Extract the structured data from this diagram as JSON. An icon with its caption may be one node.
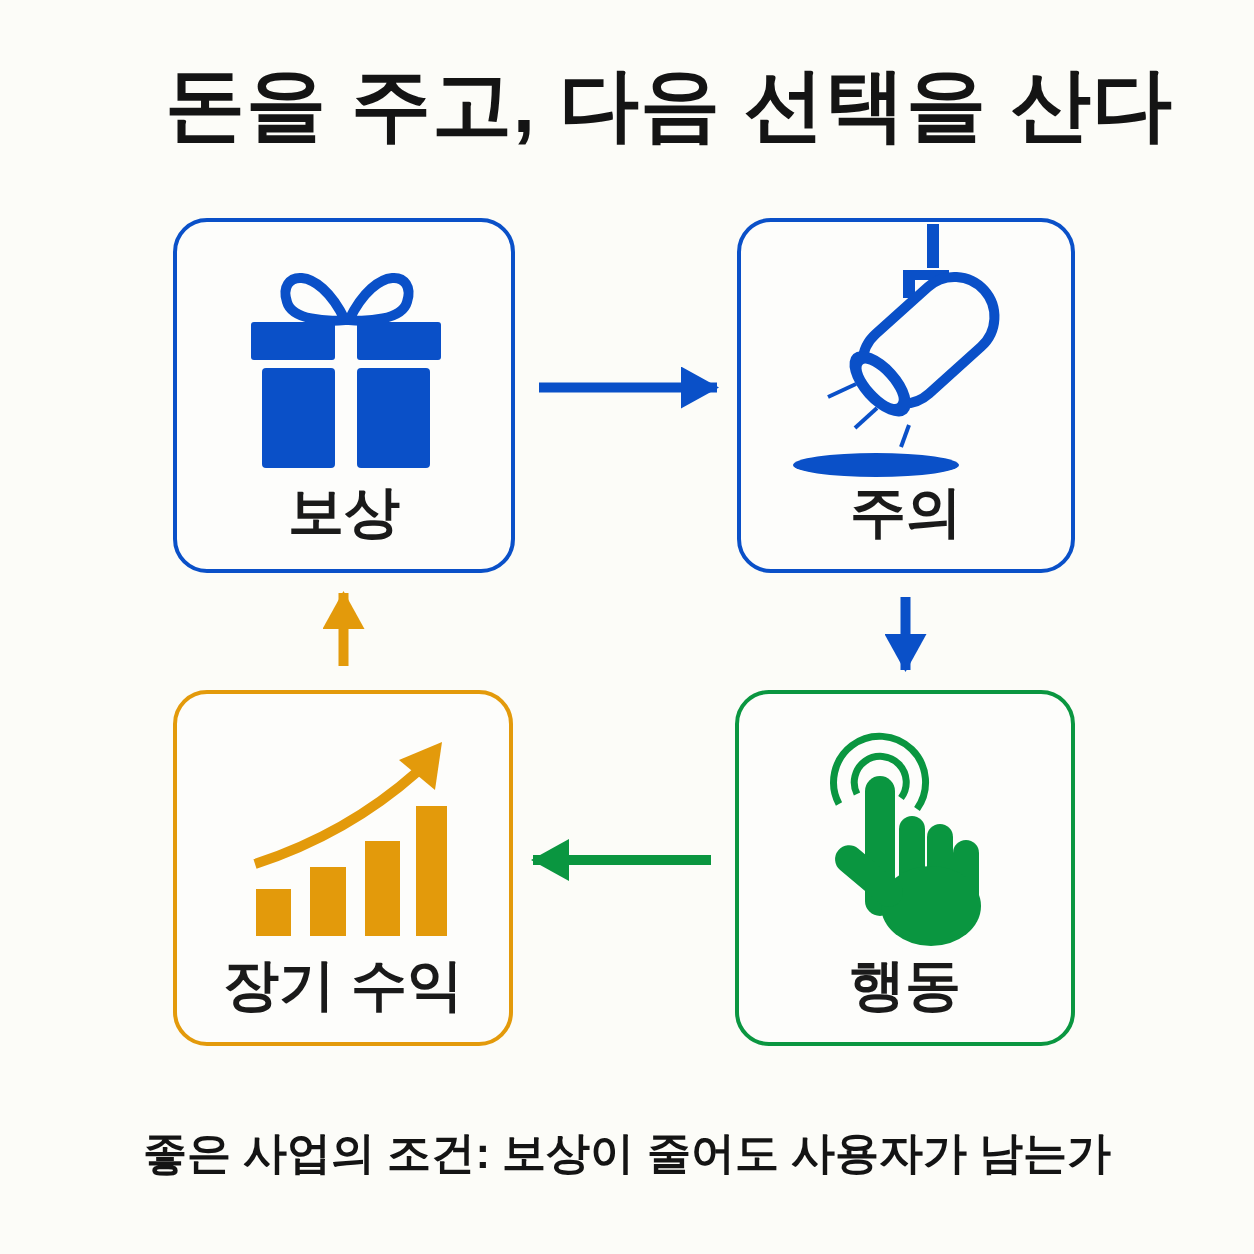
{
  "diagram": {
    "title": "돈을 주고, 다음 선택을 산다",
    "caption": "좋은 사업의 조건: 보상이 줄어도 사용자가 남는가",
    "nodes": [
      {
        "text": [
          "보상"
        ]
      },
      {
        "text": [
          "주의"
        ]
      },
      {
        "text": [
          "장기 수익"
        ]
      },
      {
        "text": [
          "행동"
        ]
      }
    ],
    "edges": [
      {
        "from": 0,
        "to": 1,
        "arrow": "to"
      },
      {
        "from": 1,
        "to": 3,
        "arrow": "to"
      },
      {
        "from": 3,
        "to": 2,
        "arrow": "to",
        "color": "#0a9640"
      },
      {
        "from": 2,
        "to": 0,
        "arrow": "to",
        "color": "#e39a0b"
      }
    ]
  }
}
